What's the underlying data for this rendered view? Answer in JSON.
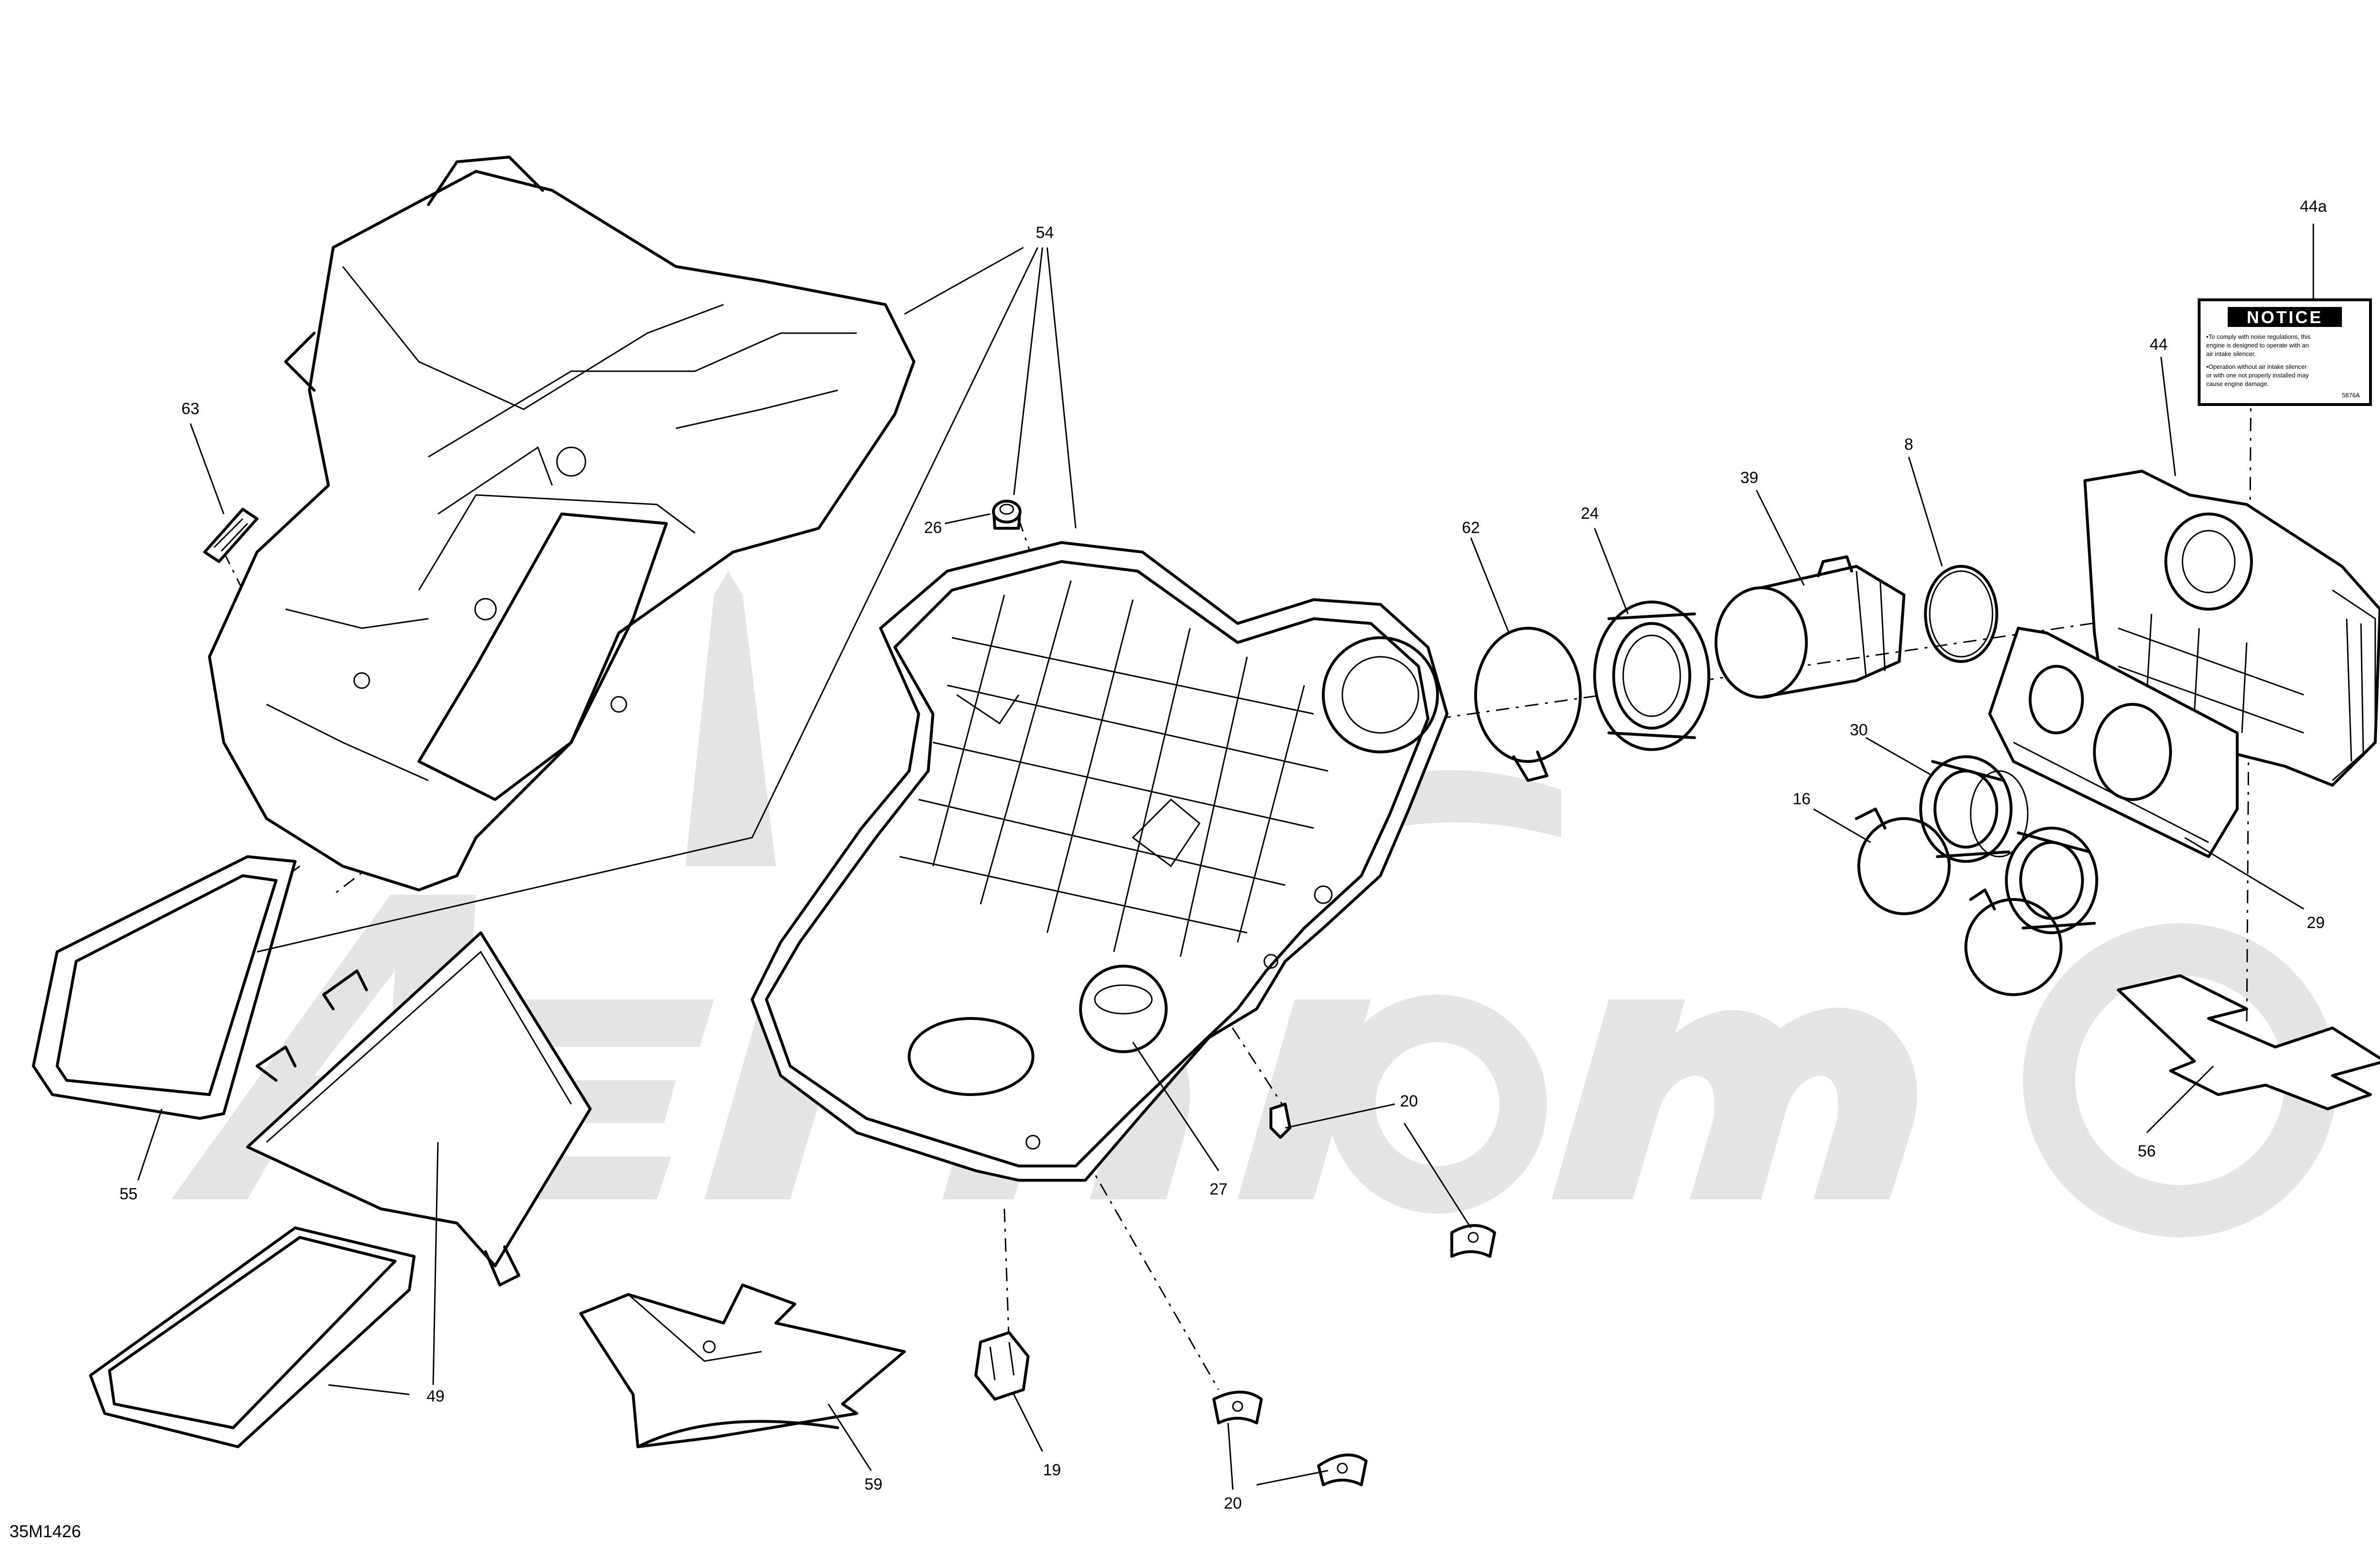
{
  "figure_code": "35M1426",
  "notice_label": {
    "heading": "NOTICE",
    "lines": [
      "•To comply with noise regulations, this",
      "engine is designed to operate with an",
      "air intake silencer.",
      "•Operation without air intake silencer",
      "or with one not properly installed may",
      "cause engine damage."
    ],
    "code": "5876A"
  },
  "callouts": {
    "c54": "54",
    "c63": "63",
    "c26": "26",
    "c62": "62",
    "c24": "24",
    "c39": "39",
    "c8": "8",
    "c44a": "44a",
    "c44": "44",
    "c30": "30",
    "c16": "16",
    "c29": "29",
    "c56": "56",
    "c20a": "20",
    "c20b": "20",
    "c27": "27",
    "c55": "55",
    "c49": "49",
    "c59": "59",
    "c19": "19"
  },
  "colors": {
    "line": "#000000",
    "watermark": "#e4e4e4",
    "background": "#ffffff"
  }
}
